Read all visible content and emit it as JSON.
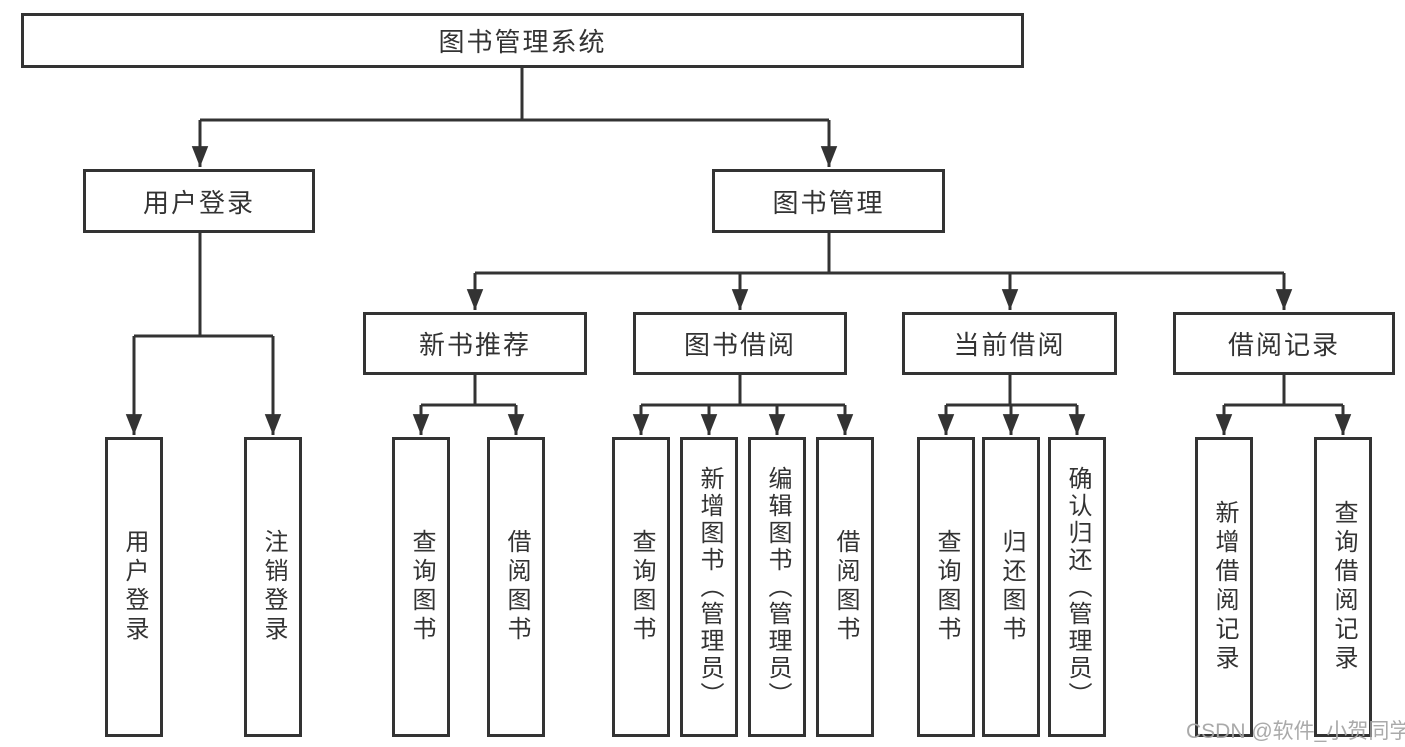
{
  "root": {
    "label": "图书管理系统"
  },
  "level2": {
    "user_login": {
      "label": "用户登录"
    },
    "book_mgmt": {
      "label": "图书管理"
    }
  },
  "level3": {
    "new_books": {
      "label": "新书推荐"
    },
    "borrowing": {
      "label": "图书借阅"
    },
    "current": {
      "label": "当前借阅"
    },
    "records": {
      "label": "借阅记录"
    }
  },
  "leaves": {
    "user_login": [
      "用户登录",
      "注销登录"
    ],
    "new_books": [
      "查询图书",
      "借阅图书"
    ],
    "borrowing": [
      "查询图书",
      "新增图书（管理员）",
      "编辑图书（管理员）",
      "借阅图书"
    ],
    "current": [
      "查询图书",
      "归还图书",
      "确认归还（管理员）"
    ],
    "records": [
      "新增借阅记录",
      "查询借阅记录"
    ]
  },
  "watermark": "CSDN @软件_小贺同学",
  "colors": {
    "line": "#333333",
    "text": "#333333",
    "box_background": "#ffffff",
    "watermark": "#a5a5a5",
    "background": "#ffffff"
  }
}
